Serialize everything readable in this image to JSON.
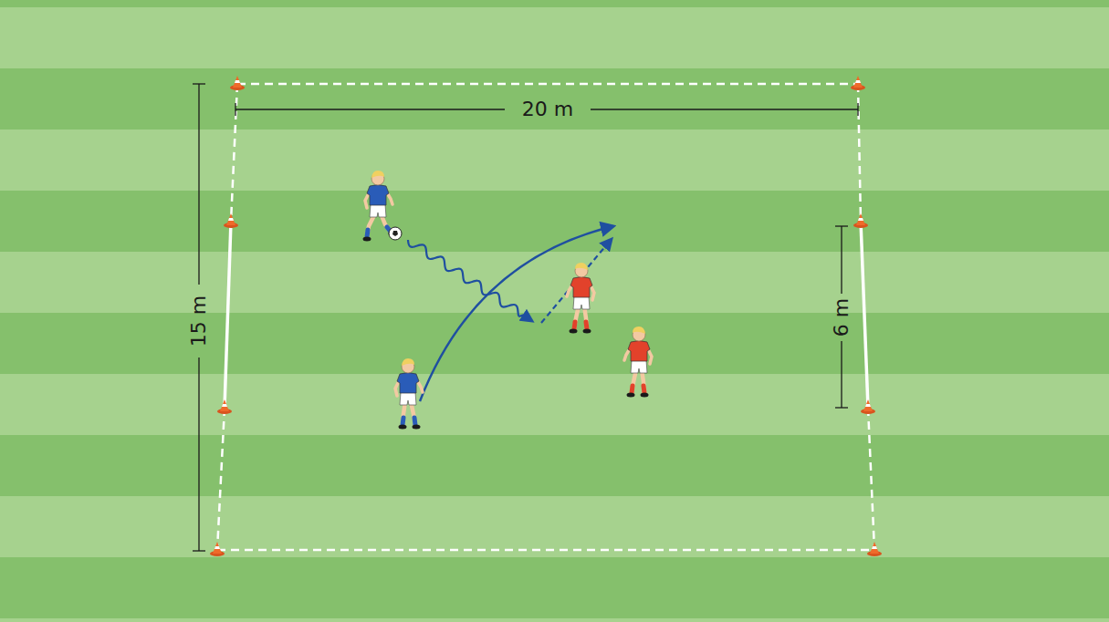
{
  "diagram": {
    "labels": [
      "20 m",
      "15 m",
      "6 m"
    ]
  }
}
